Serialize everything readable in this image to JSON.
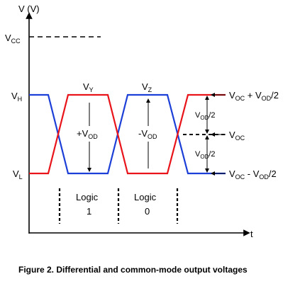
{
  "axes": {
    "y_label": "V (V)",
    "x_label": "t"
  },
  "levels": {
    "vcc": {
      "main": "V",
      "sub": "CC"
    },
    "vh": {
      "main": "V",
      "sub": "H"
    },
    "vl": {
      "main": "V",
      "sub": "L"
    }
  },
  "signals": {
    "vy": {
      "main": "V",
      "sub": "Y",
      "color": "#e8141a"
    },
    "vz": {
      "main": "V",
      "sub": "Z",
      "color": "#1c3fd8"
    }
  },
  "annotations": {
    "plus_vod": {
      "pre": "+V",
      "sub": "OD"
    },
    "minus_vod": {
      "pre": "-V",
      "sub": "OD"
    },
    "vod_half_top": {
      "main": "V",
      "sub": "OD",
      "post": "/2"
    },
    "vod_half_bottom": {
      "main": "V",
      "sub": "OD",
      "post": "/2"
    }
  },
  "right_labels": {
    "top": {
      "a": "V",
      "a_sub": "OC",
      "mid": " + V",
      "b_sub": "OD",
      "post": "/2"
    },
    "middle": {
      "a": "V",
      "a_sub": "OC"
    },
    "bottom": {
      "a": "V",
      "a_sub": "OC",
      "mid": " - V",
      "b_sub": "OD",
      "post": "/2"
    }
  },
  "logic": {
    "first": {
      "word": "Logic",
      "value": "1"
    },
    "second": {
      "word": "Logic",
      "value": "0"
    }
  },
  "caption": "Figure 2. Differential and common-mode output voltages"
}
